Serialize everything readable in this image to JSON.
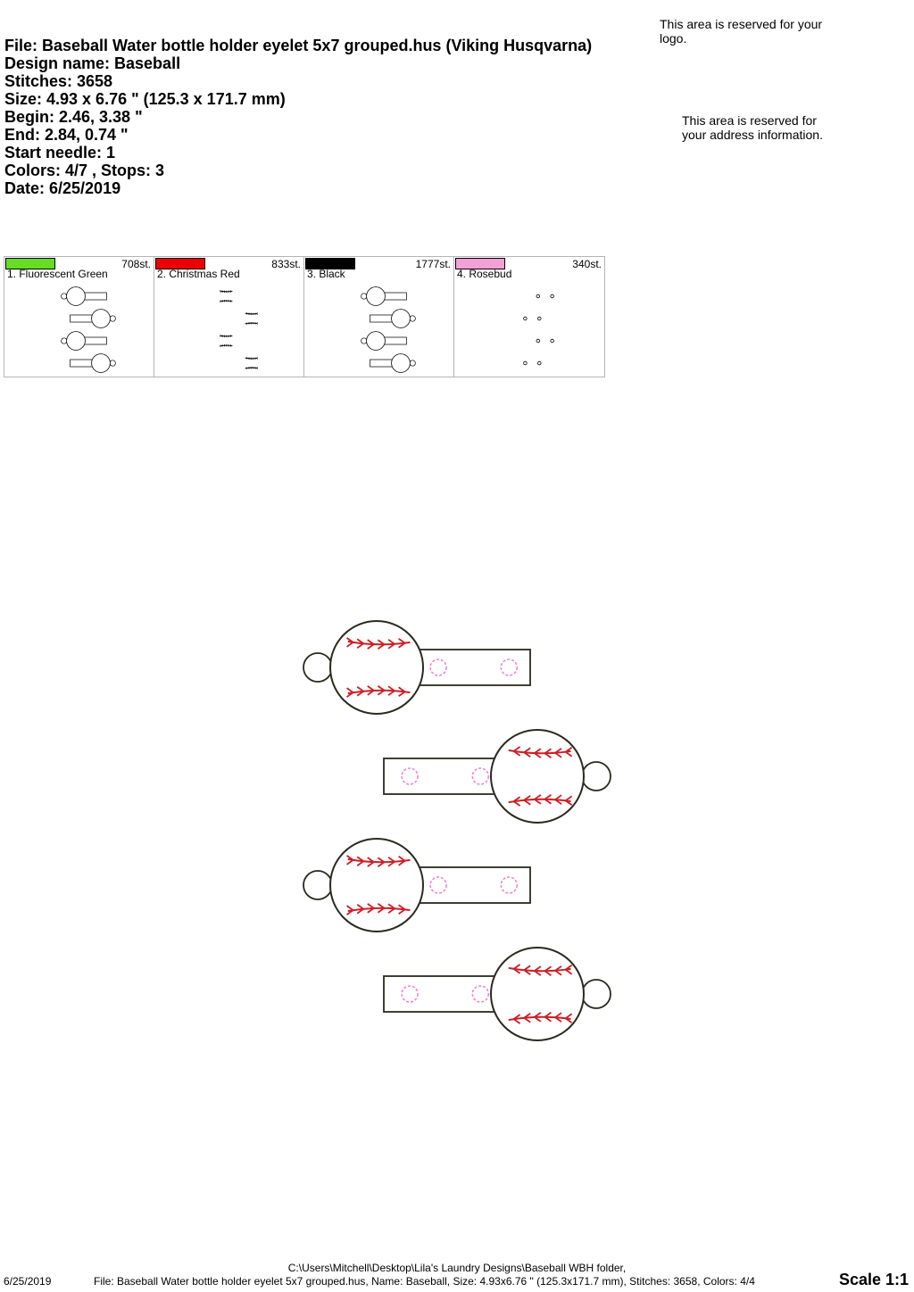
{
  "header": {
    "lines": [
      "File: Baseball Water bottle holder eyelet 5x7 grouped.hus  (Viking Husqvarna)",
      "Design name: Baseball",
      "Stitches: 3658",
      "Size: 4.93 x 6.76 \" (125.3 x 171.7 mm)",
      "Begin: 2.46, 3.38 \"",
      "End: 2.84, 0.74 \"",
      "Start needle: 1",
      "Colors: 4/7 , Stops: 3",
      "Date: 6/25/2019"
    ]
  },
  "reserved": {
    "logo": "This area is reserved for your logo.",
    "address": "This area is reserved for your address information."
  },
  "colors": [
    {
      "name": "1. Fluorescent Green",
      "stitches": "708st.",
      "hex": "#66dd22",
      "thumb": "outline"
    },
    {
      "name": "2. Christmas Red",
      "stitches": "833st.",
      "hex": "#ee0000",
      "thumb": "seams"
    },
    {
      "name": "3. Black",
      "stitches": "1777st.",
      "hex": "#000000",
      "thumb": "outline"
    },
    {
      "name": "4. Rosebud",
      "stitches": "340st.",
      "hex": "#f2a0d6",
      "thumb": "dots"
    }
  ],
  "design_colors": {
    "outline": "#2a2a1e",
    "seam": "#cc1f24",
    "eyelet": "#ee7fd0"
  },
  "footer": {
    "date": "6/25/2019",
    "path": "C:\\Users\\Mitchell\\Desktop\\Lila's Laundry Designs\\Baseball WBH folder,",
    "file": "File: Baseball Water bottle holder eyelet 5x7 grouped.hus, Name: Baseball, Size: 4.93x6.76 \" (125.3x171.7 mm), Stitches: 3658, Colors: 4/4",
    "scale": "Scale 1:1"
  }
}
